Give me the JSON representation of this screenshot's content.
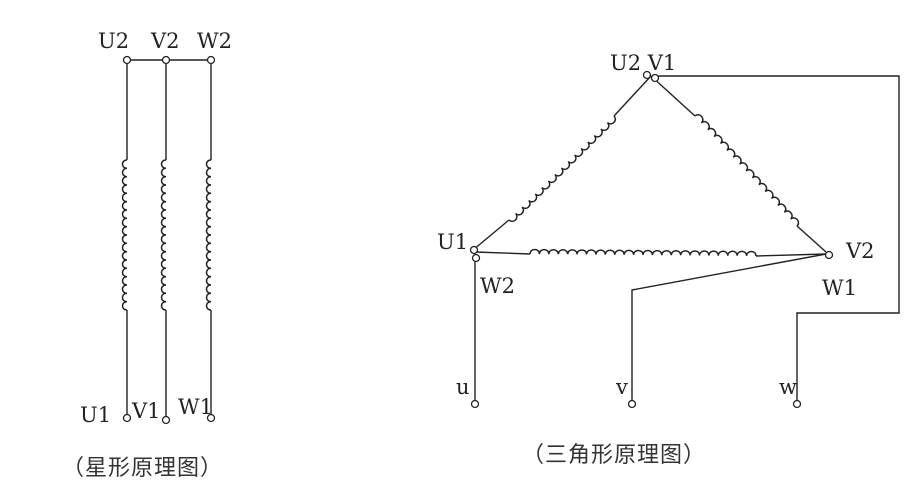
{
  "star": {
    "caption": "（星形原理图）",
    "labels": {
      "u2": "U2",
      "v2": "V2",
      "w2": "W2",
      "u1": "U1",
      "v1": "V1",
      "w1": "W1"
    }
  },
  "delta": {
    "caption": "（三角形原理图）",
    "labels": {
      "u2v1": "U2 V1",
      "u1": "U1",
      "w2": "W2",
      "v2": "V2",
      "w1": "W1",
      "u": "u",
      "v": "v",
      "w": "w"
    }
  },
  "colors": {
    "line": "#222222",
    "background": "#ffffff"
  }
}
